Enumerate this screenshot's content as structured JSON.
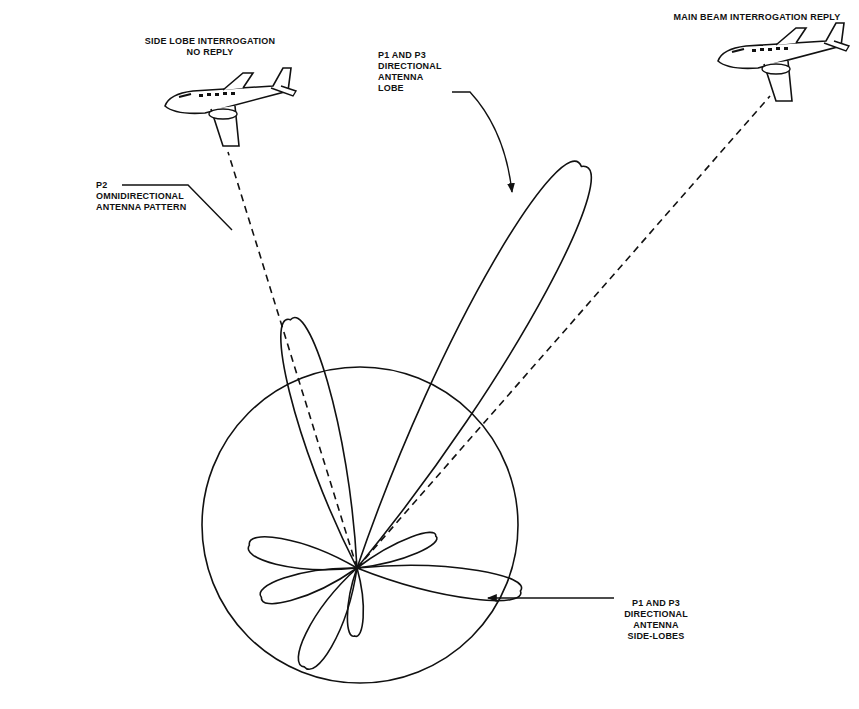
{
  "diagram": {
    "labels": [
      "MAIN BEAM INTERROGATION REPLY",
      "SIDE LOBE INTERROGATION NO REPLY",
      "P1 AND P3 DIRECTIONAL ANTENNA LOBE",
      "P2 OMNIDIRECTIONAL ANTENNA PATTERN",
      "P1 AND P3 DIRECTIONAL ANTENNA SIDE-LOBES"
    ]
  }
}
